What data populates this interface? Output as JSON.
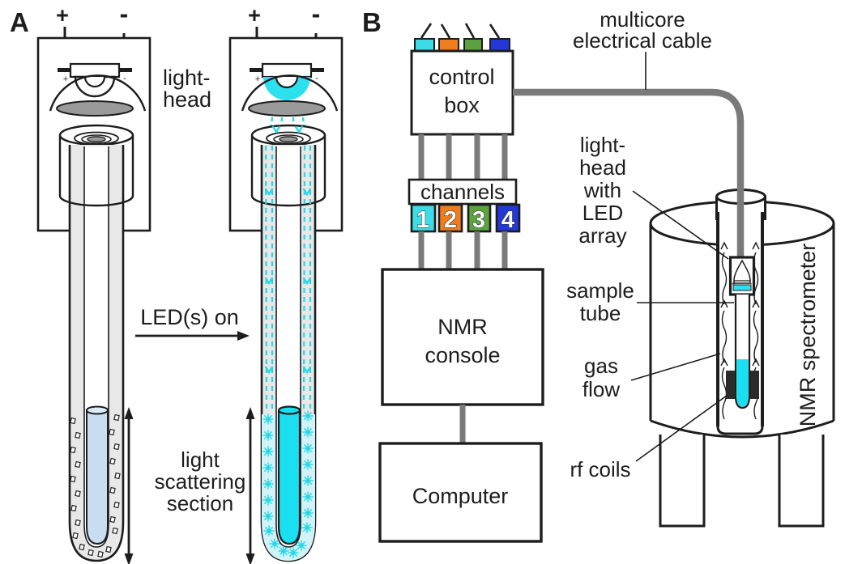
{
  "figure": {
    "panel_a": {
      "label": "A",
      "plus": "+",
      "minus": "-",
      "led_plus": "+",
      "led_minus": "-",
      "light_head": {
        "lines": [
          "light-",
          "head"
        ]
      },
      "led_on": "LED(s) on",
      "scattering": {
        "lines": [
          "light",
          "scattering",
          "section"
        ]
      }
    },
    "panel_b": {
      "label": "B",
      "control_box": {
        "lines": [
          "control",
          "box"
        ]
      },
      "multicore": {
        "lines": [
          "multicore",
          "electrical cable"
        ]
      },
      "channels_title": "channels",
      "channels": [
        {
          "number": "1",
          "color": "#3ddce6"
        },
        {
          "number": "2",
          "color": "#ef7d20"
        },
        {
          "number": "3",
          "color": "#5ca33f"
        },
        {
          "number": "4",
          "color": "#2438d8"
        }
      ],
      "nmr_console": {
        "lines": [
          "NMR",
          "console"
        ]
      },
      "computer": "Computer",
      "spectrometer": "NMR spectrometer",
      "light_head_led": {
        "lines": [
          "light-",
          "head",
          "with",
          "LED",
          "array"
        ]
      },
      "sample_tube": {
        "lines": [
          "sample",
          "tube"
        ]
      },
      "gas_flow": {
        "lines": [
          "gas",
          "flow"
        ]
      },
      "rf_coils": "rf coils",
      "light_head_plus": "+",
      "light_head_minus": "-"
    },
    "colors": {
      "led_cyan": "#2ce0ee",
      "liquid_cyan": "#19dff0",
      "liquid_light_blue": "#c9ddf1",
      "scatter_tint": "#cff3f8",
      "wire_gray": "#7a7a7a",
      "lens_gray": "#9a9a9a",
      "glass_gray": "#e8e8e8",
      "outline": "#1d1d1d"
    }
  }
}
